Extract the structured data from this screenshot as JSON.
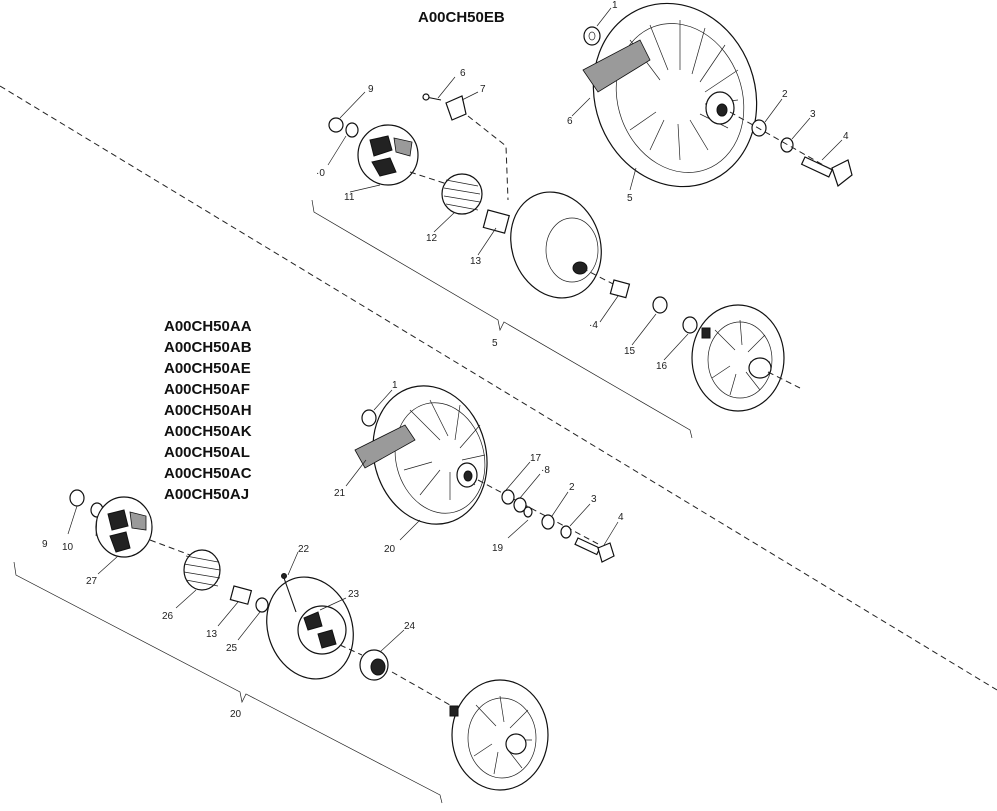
{
  "top_model": "A00CH50EB",
  "bottom_models": [
    "A00CH50AA",
    "A00CH50AB",
    "A00CH50AE",
    "A00CH50AF",
    "A00CH50AH",
    "A00CH50AK",
    "A00CH50AL",
    "A00CH50AC",
    "A00CH50AJ"
  ],
  "top_callouts": {
    "c1": "1",
    "c2": "2",
    "c3": "3",
    "c4": "4",
    "c5": "5",
    "c6a": "6",
    "c6b": "6",
    "c7": "7",
    "c9": "9",
    "c10": "·0",
    "c11": "11",
    "c12": "12",
    "c13": "13",
    "c14": "·4",
    "c15": "15",
    "c16": "16",
    "c_group": "5"
  },
  "bottom_callouts": {
    "c1": "1",
    "c2": "2",
    "c3": "3",
    "c4": "4",
    "c9": "9",
    "c10": "10",
    "c13": "13",
    "c17": "17",
    "c18": "·8",
    "c19": "19",
    "c20": "20",
    "c21": "21",
    "c22": "22",
    "c23": "23",
    "c24": "24",
    "c25": "25",
    "c26": "26",
    "c27": "27",
    "c_group": "20"
  }
}
